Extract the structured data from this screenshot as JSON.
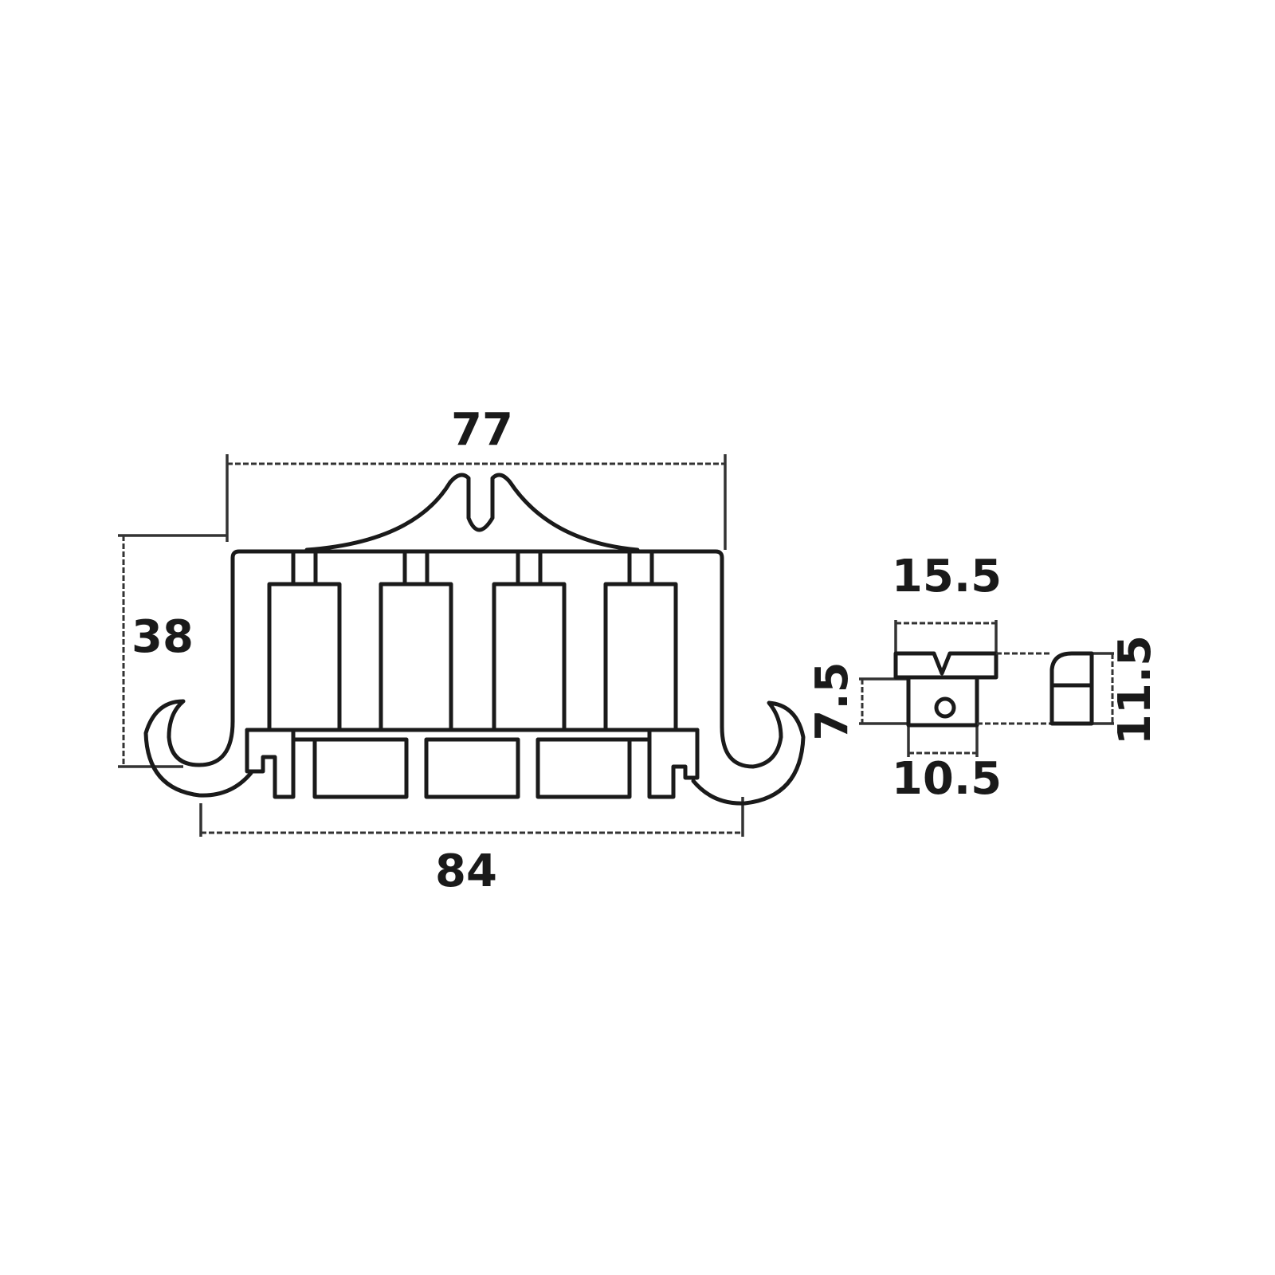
{
  "front_view": {
    "top_width_label": "77",
    "bottom_width_label": "84",
    "height_label": "38"
  },
  "side_view": {
    "top_width_label": "15.5",
    "bottom_width_label": "10.5",
    "left_height_label": "7.5",
    "right_height_label": "11.5"
  },
  "colors": {
    "line": "#1a1a1a",
    "background": "#ffffff"
  }
}
